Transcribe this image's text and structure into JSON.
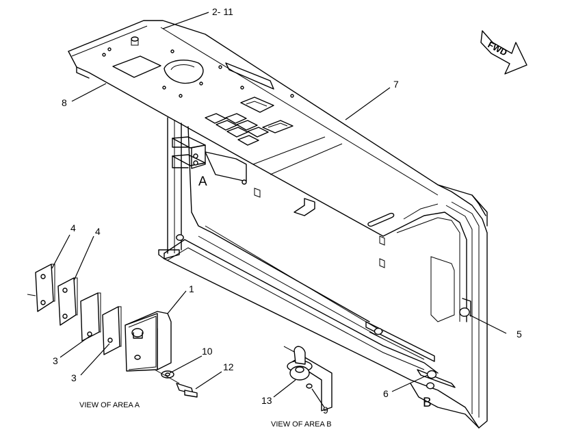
{
  "callouts": {
    "c_2_11": "2- 11",
    "c_7": "7",
    "c_8": "8",
    "c_5": "5",
    "c_6": "6",
    "c_1": "1",
    "c_4a": "4",
    "c_4b": "4",
    "c_3a": "3",
    "c_3b": "3",
    "c_10": "10",
    "c_12": "12",
    "c_13": "13",
    "c_9": "9"
  },
  "area_markers": {
    "a": "A",
    "b": "B"
  },
  "captions": {
    "view_a": "VIEW OF AREA A",
    "view_b": "VIEW OF AREA B"
  },
  "direction_arrow": {
    "label": "FWD"
  }
}
